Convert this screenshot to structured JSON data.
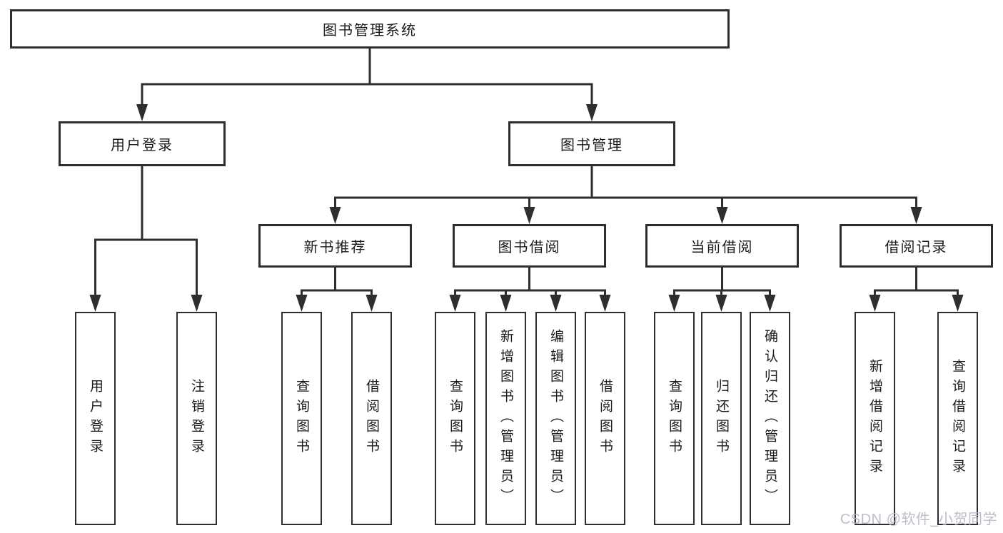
{
  "tree": {
    "label": "图书管理系统",
    "children": [
      {
        "label": "用户登录",
        "children": [
          {
            "label": "用户登录"
          },
          {
            "label": "注销登录"
          }
        ]
      },
      {
        "label": "图书管理",
        "children": [
          {
            "label": "新书推荐",
            "children": [
              {
                "label": "查询图书"
              },
              {
                "label": "借阅图书"
              }
            ]
          },
          {
            "label": "图书借阅",
            "children": [
              {
                "label": "查询图书"
              },
              {
                "label": "新增图书（管理员）"
              },
              {
                "label": "编辑图书（管理员）"
              },
              {
                "label": "借阅图书"
              }
            ]
          },
          {
            "label": "当前借阅",
            "children": [
              {
                "label": "查询图书"
              },
              {
                "label": "归还图书"
              },
              {
                "label": "确认归还（管理员）"
              }
            ]
          },
          {
            "label": "借阅记录",
            "children": [
              {
                "label": "新增借阅记录"
              },
              {
                "label": "查询借阅记录"
              }
            ]
          }
        ]
      }
    ]
  },
  "watermark": {
    "text": "CSDN @软件_小贺同学"
  },
  "colors": {
    "line": "#2e2e2e",
    "box_border": "#2e2e2e",
    "text": "#1b1b1b",
    "watermark": "#b6b9c5",
    "background": "#ffffff"
  }
}
